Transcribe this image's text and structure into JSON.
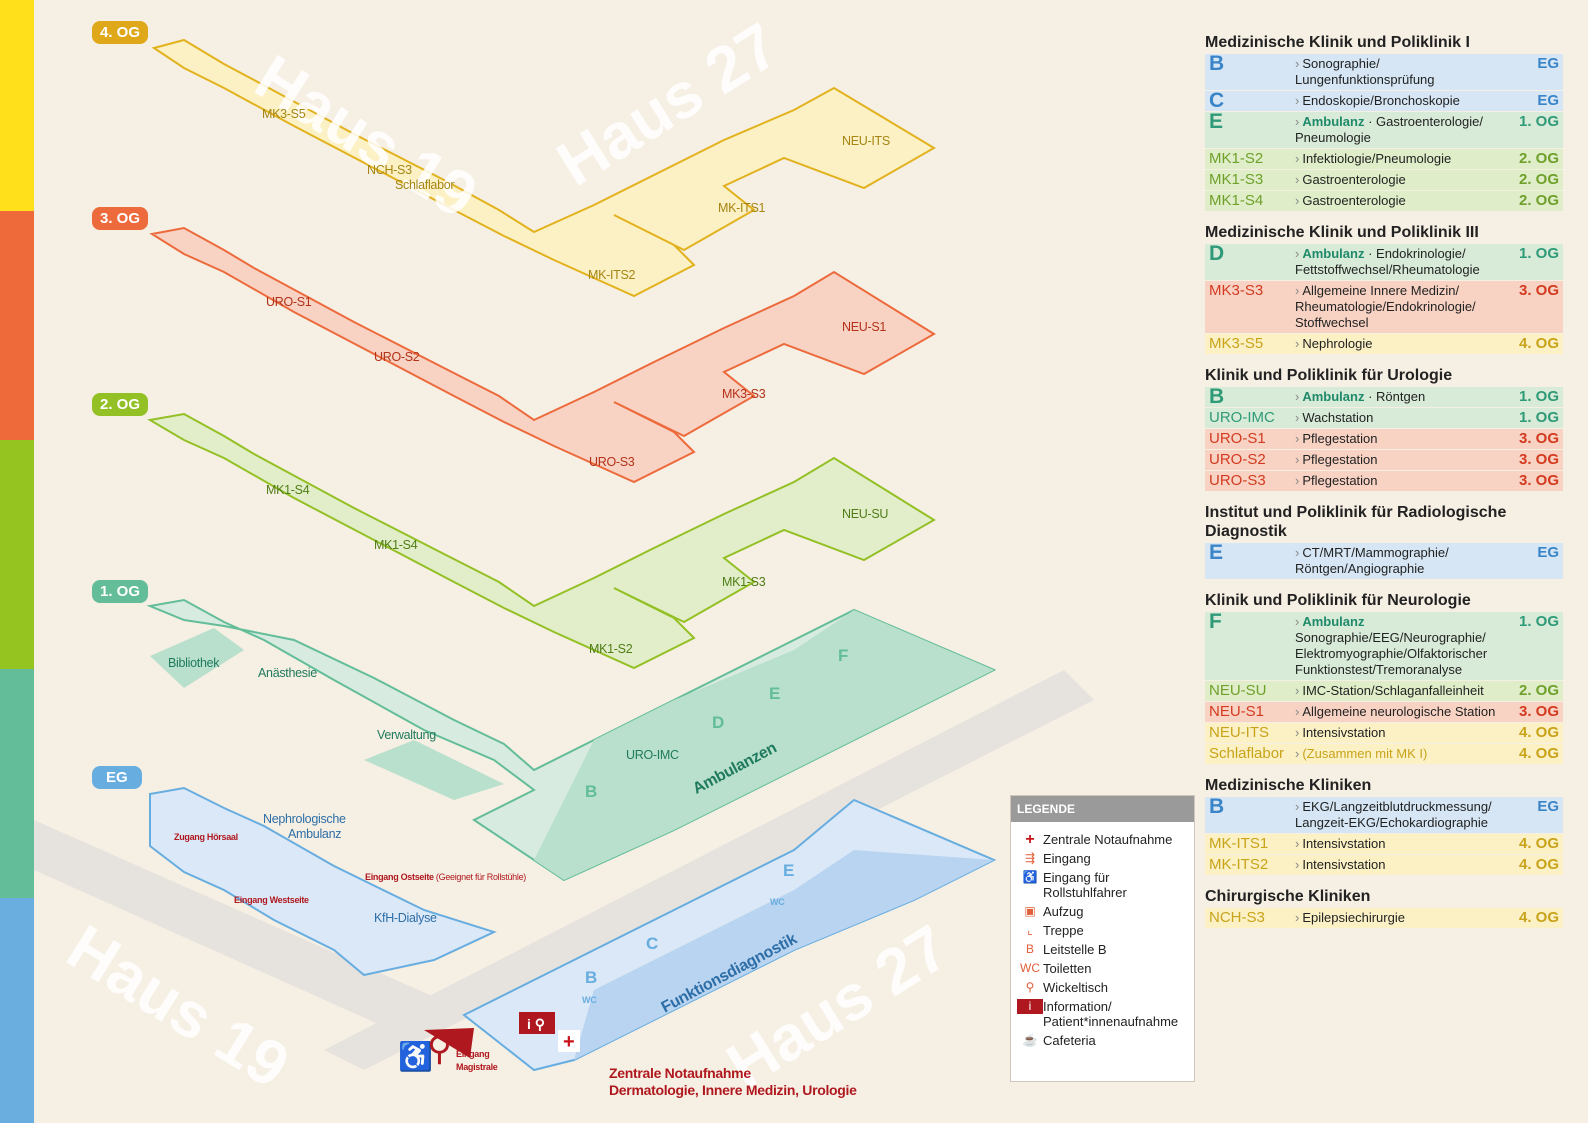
{
  "floors": [
    {
      "label": "4. OG",
      "color": "#dfa81a"
    },
    {
      "label": "3. OG",
      "color": "#ec6a3c"
    },
    {
      "label": "2. OG",
      "color": "#93c024"
    },
    {
      "label": "1. OG",
      "color": "#62bd98"
    },
    {
      "label": "EG",
      "color": "#67ade0"
    }
  ],
  "strip_colors": [
    "#ffe01a",
    "#ef6a3a",
    "#95c31f",
    "#62bd98",
    "#6aaee0"
  ],
  "haus": {
    "h19": "Haus 19",
    "h27": "Haus 27"
  },
  "rooms": {
    "og4": [
      "MK3-S5",
      "NCH-S3",
      "Schlaflabor",
      "MK-ITS2",
      "MK-ITS1",
      "NEU-ITS"
    ],
    "og3": [
      "URO-S1",
      "URO-S2",
      "URO-S3",
      "MK3-S3",
      "NEU-S1"
    ],
    "og2": [
      "MK1-S4",
      "MK1-S4",
      "MK1-S2",
      "MK1-S3",
      "NEU-SU"
    ],
    "og1": [
      "Bibliothek",
      "Anästhesie",
      "Verwaltung",
      "URO-IMC",
      "Ambulanzen",
      "F",
      "E",
      "D",
      "B"
    ],
    "eg": [
      "Nephrologische",
      "Ambulanz",
      "KfH-Dialyse",
      "Funktionsdiagnostik",
      "E",
      "C",
      "B",
      "WC",
      "WC"
    ]
  },
  "entrances": {
    "hoersaal": "Zugang Hörsaal",
    "ost": "Eingang Ostseite",
    "ost_note": "(Geeignet für Rollstühle)",
    "west": "Eingang Westseite",
    "magistrale_1": "Eingang",
    "magistrale_2": "Magistrale",
    "notauf_1": "Zentrale Notaufnahme",
    "notauf_2": "Dermatologie, Innere Medizin, Urologie"
  },
  "legend": {
    "title": "LEGENDE",
    "items": [
      {
        "icon": "+",
        "label": "Zentrale Notaufnahme"
      },
      {
        "icon": "⇶",
        "label": "Eingang"
      },
      {
        "icon": "♿",
        "label": "Eingang für Rollstuhlfahrer"
      },
      {
        "icon": "▣",
        "label": "Aufzug"
      },
      {
        "icon": "⌞",
        "label": "Treppe"
      },
      {
        "icon": "B",
        "label": "Leitstelle B"
      },
      {
        "icon": "WC",
        "label": "Toiletten"
      },
      {
        "icon": "⚲",
        "label": "Wickeltisch"
      },
      {
        "icon": "i",
        "label": "Information/ Patient*innenaufnahme"
      },
      {
        "icon": "☕",
        "label": "Cafeteria"
      }
    ]
  },
  "panel": [
    {
      "title": "Medizinische Klinik und Poliklinik I",
      "rows": [
        {
          "code": "B",
          "big": true,
          "color": "blue",
          "bg": "blue",
          "amb": "",
          "desc": "Sonographie/ Lungenfunktionsprüfung",
          "floor": "EG",
          "fcolor": "blue"
        },
        {
          "code": "C",
          "big": true,
          "color": "blue",
          "bg": "blue",
          "amb": "",
          "desc": "Endoskopie/Bronchoskopie",
          "floor": "EG",
          "fcolor": "blue"
        },
        {
          "code": "E",
          "big": true,
          "color": "green",
          "bg": "green",
          "amb": "Ambulanz",
          "desc": "· Gastroenterologie/ Pneumologie",
          "floor": "1. OG",
          "fcolor": "green"
        },
        {
          "code": "MK1-S2",
          "big": false,
          "color": "lime",
          "bg": "lime",
          "amb": "",
          "desc": "Infektiologie/Pneumologie",
          "floor": "2. OG",
          "fcolor": "lime"
        },
        {
          "code": "MK1-S3",
          "big": false,
          "color": "lime",
          "bg": "lime",
          "amb": "",
          "desc": "Gastroenterologie",
          "floor": "2. OG",
          "fcolor": "lime"
        },
        {
          "code": "MK1-S4",
          "big": false,
          "color": "lime",
          "bg": "lime",
          "amb": "",
          "desc": "Gastroenterologie",
          "floor": "2. OG",
          "fcolor": "lime"
        }
      ]
    },
    {
      "title": "Medizinische Klinik und Poliklinik III",
      "rows": [
        {
          "code": "D",
          "big": true,
          "color": "green",
          "bg": "green",
          "amb": "Ambulanz",
          "desc": "· Endokrinologie/ Fettstoffwechsel/Rheumatologie",
          "floor": "1. OG",
          "fcolor": "green"
        },
        {
          "code": "MK3-S3",
          "big": false,
          "color": "red",
          "bg": "red",
          "amb": "",
          "desc": "Allgemeine Innere Medizin/ Rheumatologie/Endokrinologie/ Stoffwechsel",
          "floor": "3. OG",
          "fcolor": "red"
        },
        {
          "code": "MK3-S5",
          "big": false,
          "color": "yellow",
          "bg": "yellow",
          "amb": "",
          "desc": "Nephrologie",
          "floor": "4. OG",
          "fcolor": "yellow"
        }
      ]
    },
    {
      "title": "Klinik und Poliklinik für Urologie",
      "rows": [
        {
          "code": "B",
          "big": true,
          "color": "green",
          "bg": "green",
          "amb": "Ambulanz",
          "desc": "· Röntgen",
          "floor": "1. OG",
          "fcolor": "green"
        },
        {
          "code": "URO-IMC",
          "big": false,
          "color": "green",
          "bg": "green",
          "amb": "",
          "desc": "Wachstation",
          "floor": "1. OG",
          "fcolor": "green"
        },
        {
          "code": "URO-S1",
          "big": false,
          "color": "red",
          "bg": "red",
          "amb": "",
          "desc": "Pflegestation",
          "floor": "3. OG",
          "fcolor": "red"
        },
        {
          "code": "URO-S2",
          "big": false,
          "color": "red",
          "bg": "red",
          "amb": "",
          "desc": "Pflegestation",
          "floor": "3. OG",
          "fcolor": "red"
        },
        {
          "code": "URO-S3",
          "big": false,
          "color": "red",
          "bg": "red",
          "amb": "",
          "desc": "Pflegestation",
          "floor": "3. OG",
          "fcolor": "red"
        }
      ]
    },
    {
      "title": "Institut und Poliklinik für Radiologische Diagnostik",
      "rows": [
        {
          "code": "E",
          "big": true,
          "color": "blue",
          "bg": "blue",
          "amb": "",
          "desc": "CT/MRT/Mammographie/ Röntgen/Angiographie",
          "floor": "EG",
          "fcolor": "blue"
        }
      ]
    },
    {
      "title": "Klinik und Poliklinik für Neurologie",
      "rows": [
        {
          "code": "F",
          "big": true,
          "color": "green",
          "bg": "green",
          "amb": "Ambulanz",
          "desc": "Sonographie/EEG/Neurographie/ Elektromyographie/Olfaktorischer Funktionstest/Tremoranalyse",
          "floor": "1. OG",
          "fcolor": "green"
        },
        {
          "code": "NEU-SU",
          "big": false,
          "color": "lime",
          "bg": "lime",
          "amb": "",
          "desc": "IMC-Station/Schlaganfalleinheit",
          "floor": "2. OG",
          "fcolor": "lime"
        },
        {
          "code": "NEU-S1",
          "big": false,
          "color": "red",
          "bg": "red",
          "amb": "",
          "desc": "Allgemeine neurologische Station",
          "floor": "3. OG",
          "fcolor": "red"
        },
        {
          "code": "NEU-ITS",
          "big": false,
          "color": "yellow",
          "bg": "yellow",
          "amb": "",
          "desc": "Intensivstation",
          "floor": "4. OG",
          "fcolor": "yellow"
        },
        {
          "code": "Schlaflabor",
          "big": false,
          "color": "yellow",
          "bg": "yellow",
          "amb": "",
          "desc": "(Zusammen mit MK I)",
          "floor": "4. OG",
          "fcolor": "yellow"
        }
      ]
    },
    {
      "title": "Medizinische Kliniken",
      "rows": [
        {
          "code": "B",
          "big": true,
          "color": "blue",
          "bg": "blue",
          "amb": "",
          "desc": "EKG/Langzeitblutdruckmessung/ Langzeit-EKG/Echokardiographie",
          "floor": "EG",
          "fcolor": "blue"
        },
        {
          "code": "MK-ITS1",
          "big": false,
          "color": "yellow",
          "bg": "yellow",
          "amb": "",
          "desc": "Intensivstation",
          "floor": "4. OG",
          "fcolor": "yellow"
        },
        {
          "code": "MK-ITS2",
          "big": false,
          "color": "yellow",
          "bg": "yellow",
          "amb": "",
          "desc": "Intensivstation",
          "floor": "4. OG",
          "fcolor": "yellow"
        }
      ]
    },
    {
      "title": "Chirurgische Kliniken",
      "rows": [
        {
          "code": "NCH-S3",
          "big": false,
          "color": "yellow",
          "bg": "yellow",
          "amb": "",
          "desc": "Epilepsiechirurgie",
          "floor": "4. OG",
          "fcolor": "yellow"
        }
      ]
    }
  ]
}
